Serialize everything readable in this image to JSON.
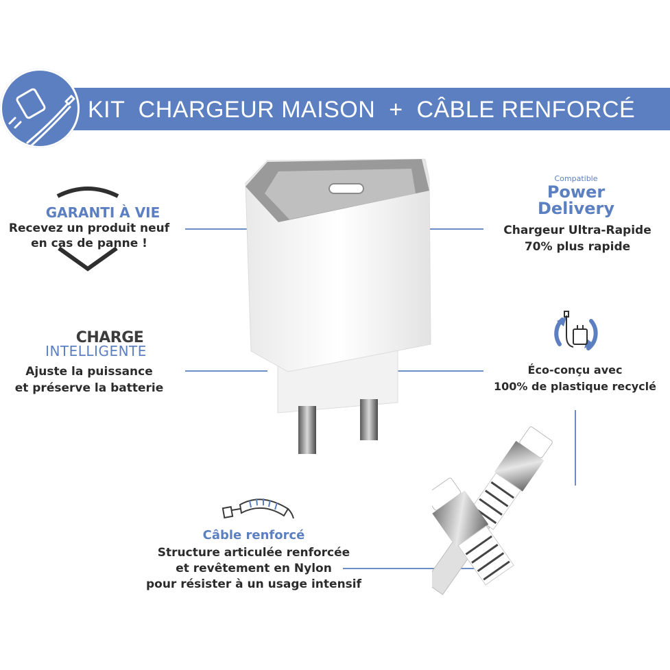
{
  "header": {
    "title": "KIT  CHARGEUR MAISON  +  CÂBLE RENFORCÉ"
  },
  "features": {
    "garanti": {
      "title": "GARANTI À VIE",
      "line1": "Recevez un produit neuf",
      "line2": "en cas de panne !"
    },
    "power_delivery": {
      "small": "Compatible",
      "title_line1": "Power",
      "title_line2": "Delivery",
      "line1": "Chargeur Ultra-Rapide",
      "line2": "70% plus rapide"
    },
    "charge": {
      "title_line1": "CHARGE",
      "title_line2": "INTELLIGENTE",
      "line1": "Ajuste la puissance",
      "line2": "et préserve la batterie"
    },
    "eco": {
      "line1": "Éco-conçu avec",
      "line2": "100% de plastique recyclé"
    },
    "cable": {
      "title": "Câble renforcé",
      "line1": "Structure articulée renforcée",
      "line2": "et revêtement en Nylon",
      "line3": "pour résister à un usage intensif"
    }
  },
  "icons": {
    "badge": "charger-cable-icon",
    "garanti": "shield-icon",
    "eco": "recycle-charger-icon",
    "cable": "reinforced-cable-icon"
  },
  "colors": {
    "accent": "#5b7fc0",
    "text": "#2b2b2b",
    "background": "#ffffff"
  }
}
